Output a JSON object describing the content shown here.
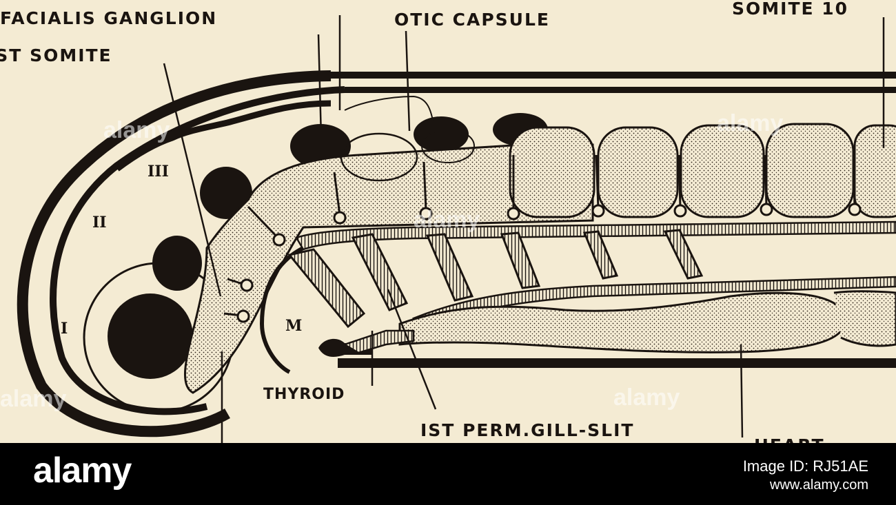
{
  "figure": {
    "labels": {
      "facialis_ganglion": "FACIALIS GANGLION",
      "otic_capsule": "OTIC CAPSULE",
      "somite_10": "SOMITE 10",
      "first_somite": "IST SOMITE",
      "thyroid": "THYROID",
      "first_perm_gill_slit": "IST PERM.GILL-SLIT",
      "heart": "HEART",
      "roman_i": "I",
      "roman_ii": "II",
      "roman_iii": "III",
      "m": "M"
    },
    "watermark": "alamy"
  },
  "footer": {
    "logo": "alamy",
    "image_id": "Image ID: RJ51AE",
    "site": "www.alamy.com"
  }
}
